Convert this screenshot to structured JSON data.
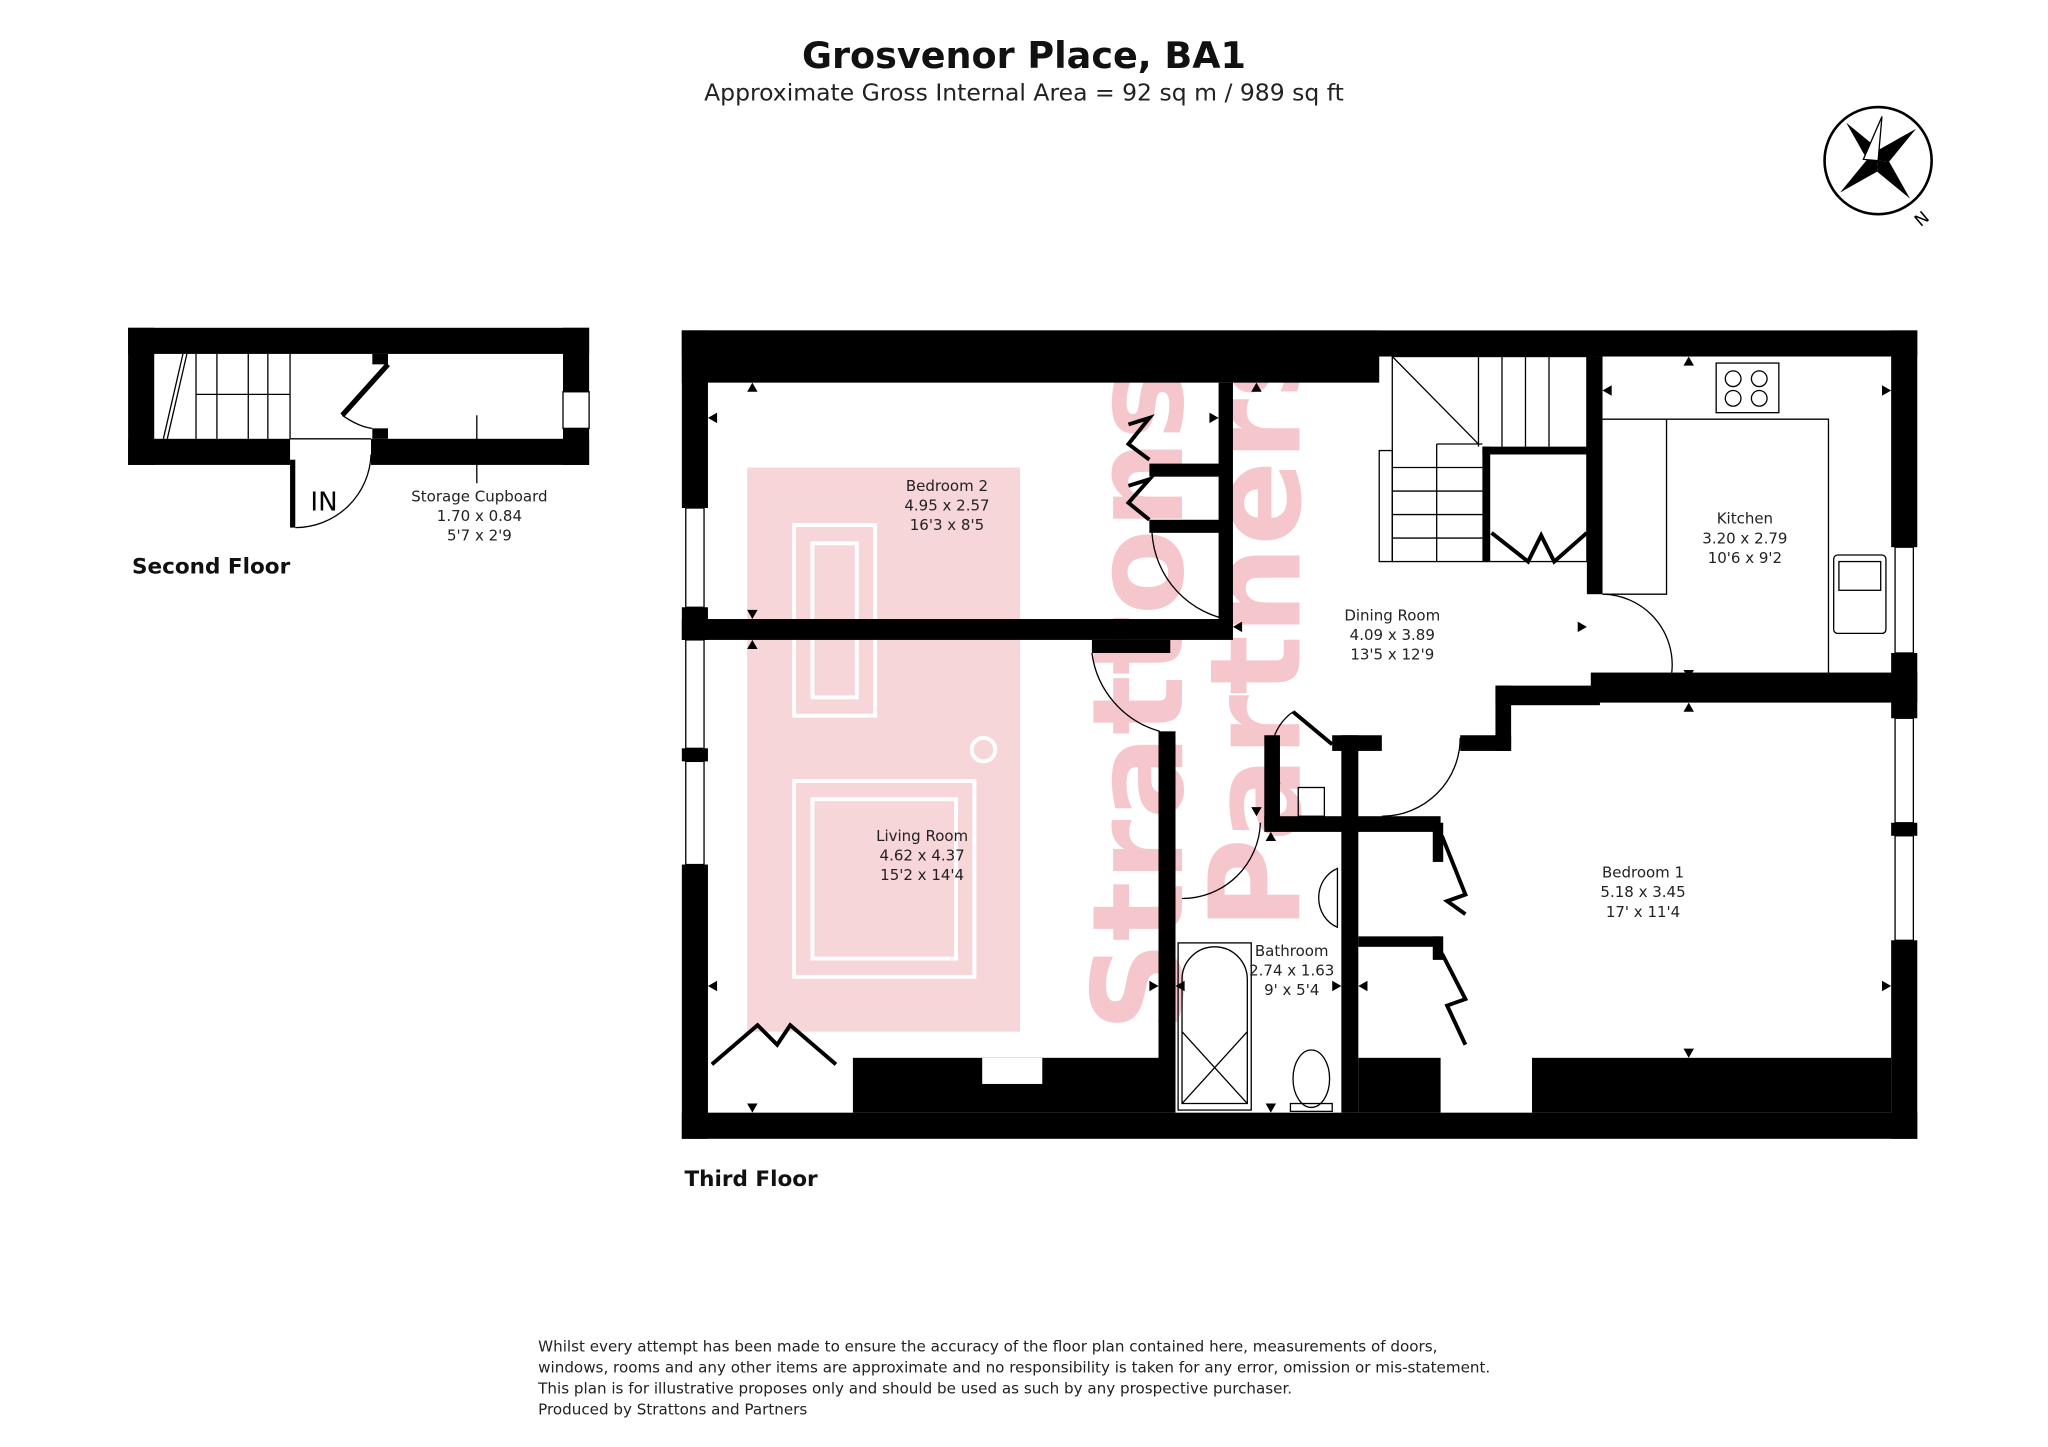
{
  "header": {
    "title": "Grosvenor Place, BA1",
    "subtitle": "Approximate Gross Internal Area = 92 sq m / 989 sq ft"
  },
  "compass": {
    "label": "N"
  },
  "second_floor": {
    "label": "Second Floor",
    "entrance": "IN",
    "rooms": [
      {
        "name": "Storage Cupboard",
        "metric": "1.70 x 0.84",
        "imperial": "5'7 x 2'9"
      }
    ]
  },
  "third_floor": {
    "label": "Third Floor",
    "rooms": [
      {
        "name": "Bedroom 2",
        "metric": "4.95 x 2.57",
        "imperial": "16'3 x 8'5"
      },
      {
        "name": "Living Room",
        "metric": "4.62 x 4.37",
        "imperial": "15'2 x 14'4"
      },
      {
        "name": "Dining Room",
        "metric": "4.09 x 3.89",
        "imperial": "13'5 x 12'9"
      },
      {
        "name": "Kitchen",
        "metric": "3.20 x 2.79",
        "imperial": "10'6 x 9'2"
      },
      {
        "name": "Bathroom",
        "metric": "2.74 x 1.63",
        "imperial": "9' x 5'4"
      },
      {
        "name": "Bedroom 1",
        "metric": "5.18 x 3.45",
        "imperial": "17' x 11'4"
      }
    ]
  },
  "watermark": {
    "line1": "Strattons",
    "line2": "Partners",
    "color": "#f5c7cc",
    "logo_bg": "#f7d6d9"
  },
  "disclaimer": [
    "Whilst every attempt has been made to ensure the accuracy of the floor plan contained here, measurements of doors,",
    "windows, rooms and any other items are approximate and no responsibility is taken for any error, omission or mis-statement.",
    "This plan is for illustrative proposes only and should be used as such by any prospective purchaser.",
    "Produced by Strattons and Partners"
  ]
}
